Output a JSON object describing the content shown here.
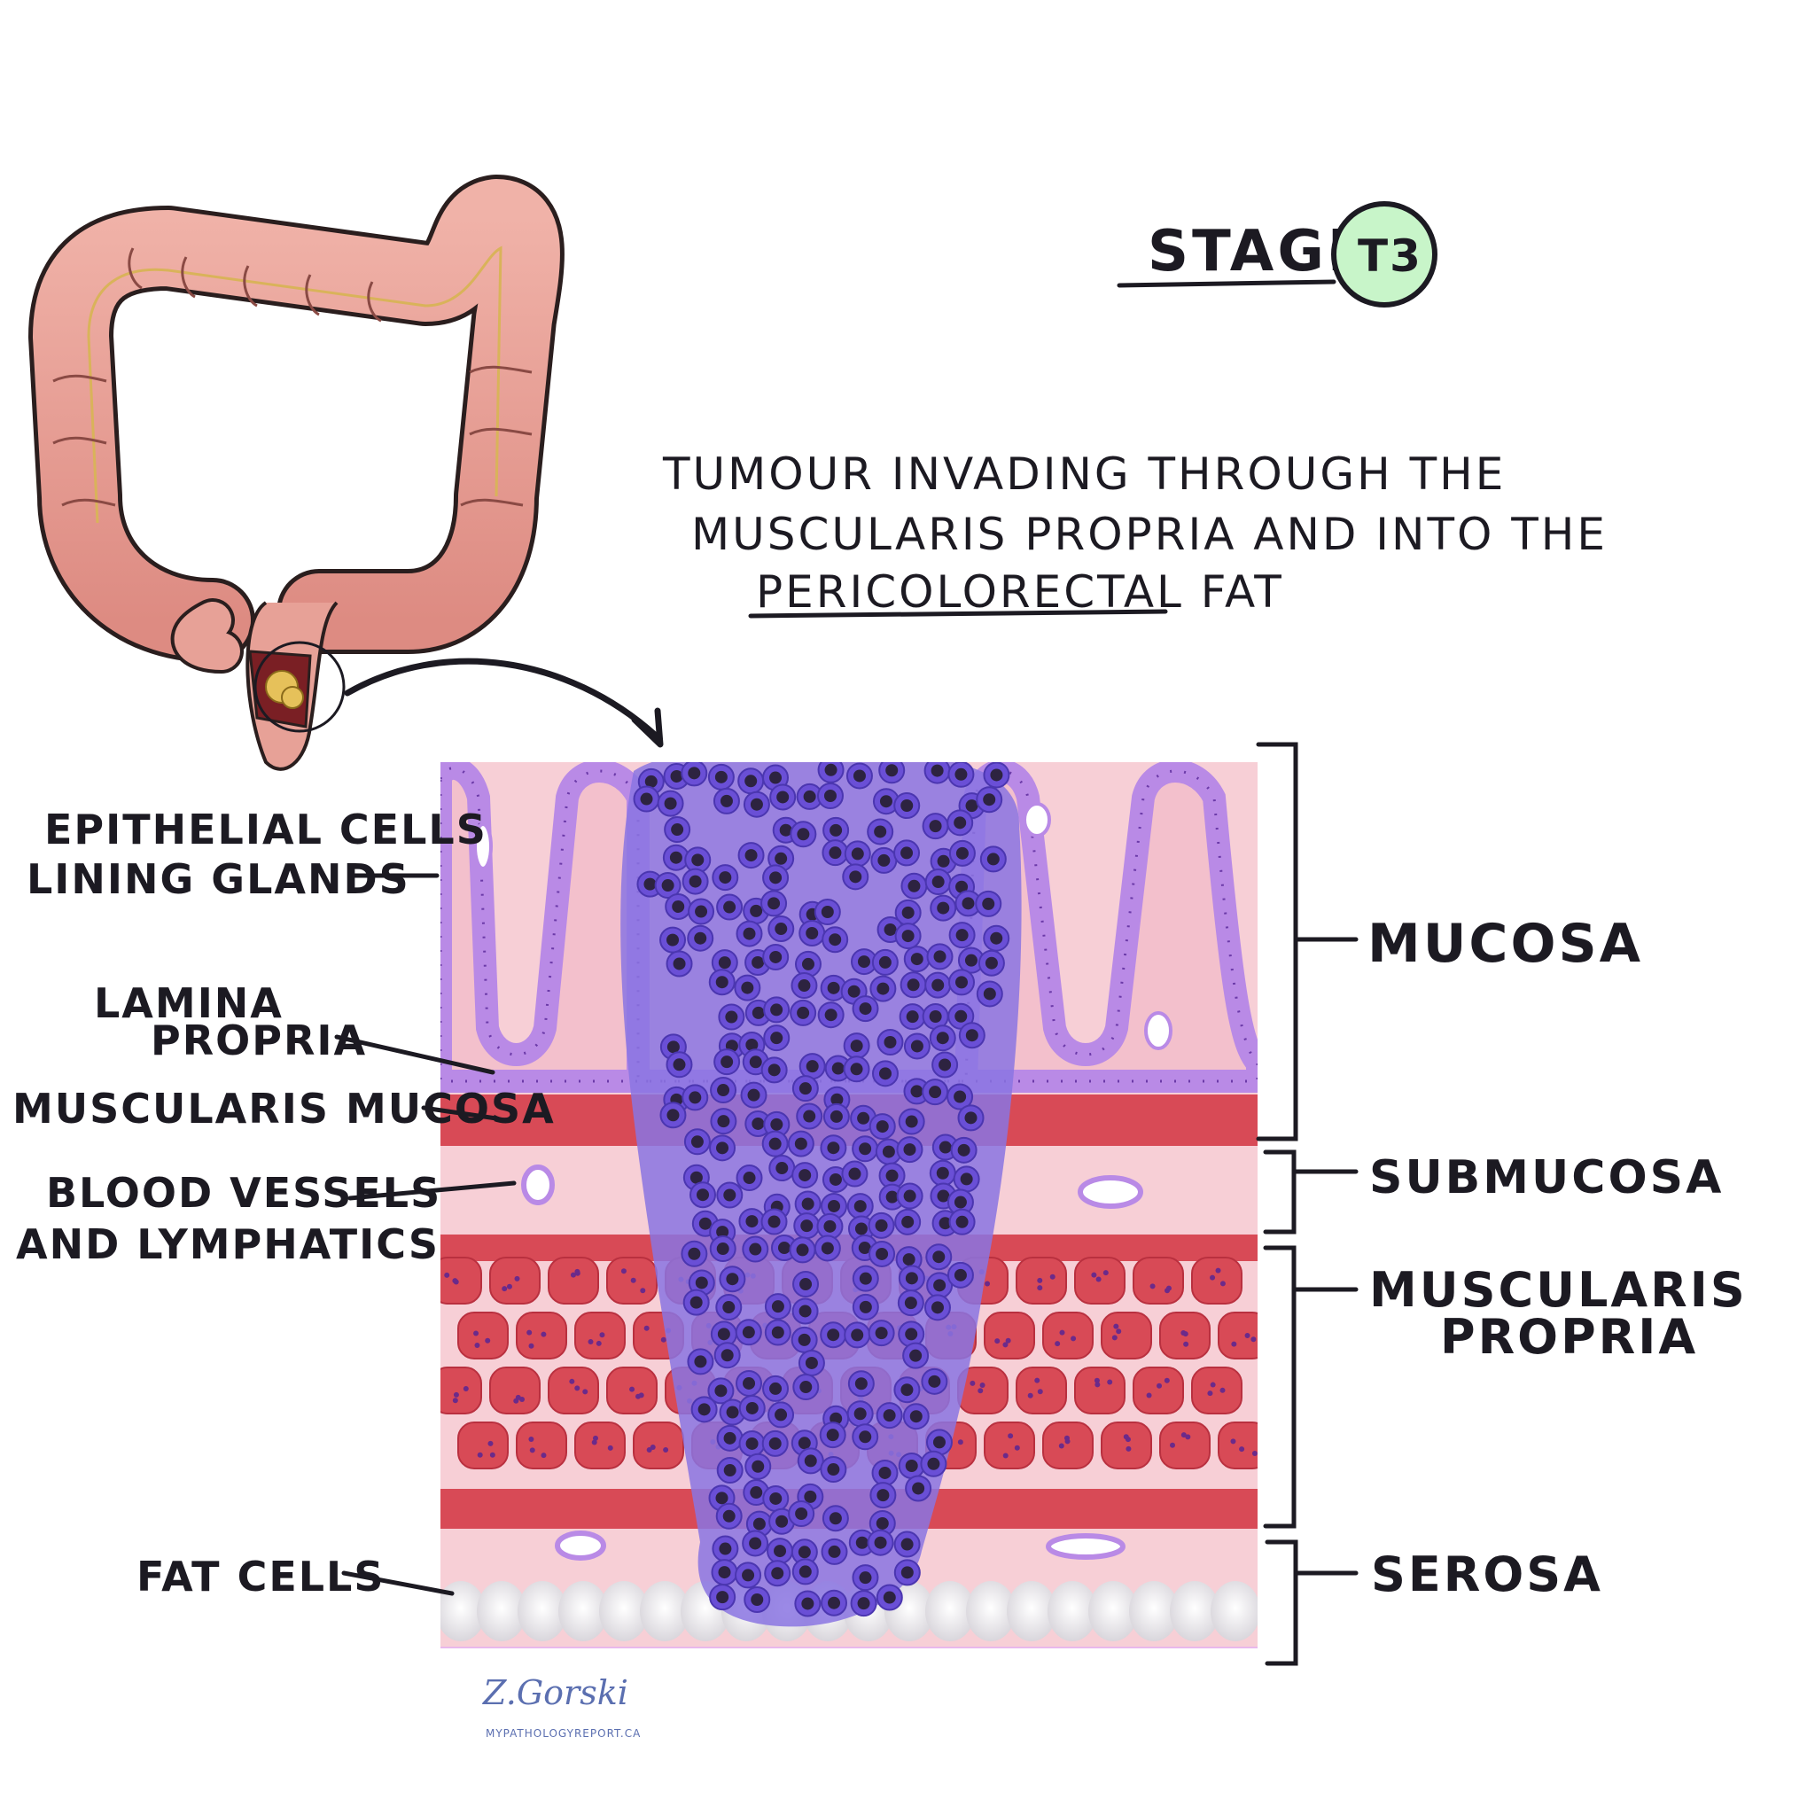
{
  "stage": {
    "word": "STAGE",
    "badge": "T3",
    "badge_color": "#c8f5c9"
  },
  "caption": {
    "line1": "TUMOUR INVADING THROUGH THE",
    "line2": "MUSCULARIS PROPRIA AND INTO THE",
    "line3": "PERICOLORECTAL FAT"
  },
  "left_labels": {
    "epithelial_1": "EPITHELIAL CELLS",
    "epithelial_2": "LINING GLANDS",
    "lamina_1": "LAMINA",
    "lamina_2": "PROPRIA",
    "muscularis_mucosa": "MUSCULARIS MUCOSA",
    "vessels_1": "BLOOD VESSELS",
    "vessels_2": "AND LYMPHATICS",
    "fat": "FAT CELLS"
  },
  "right_labels": {
    "mucosa": "MUCOSA",
    "submucosa": "SUBMUCOSA",
    "muscularis_1": "MUSCULARIS",
    "muscularis_2": "PROPRIA",
    "serosa": "SEROSA"
  },
  "signature": {
    "name": "Z.Gorski",
    "site": "MYPATHOLOGYREPORT.CA"
  },
  "colors": {
    "colon": "#e9a39a",
    "colon_dark": "#c97468",
    "mucosa": "#f7cfd6",
    "epithelium": "#b98ae6",
    "muscle": "#d84a56",
    "muscle_dark": "#b9303f",
    "tumour": "#6a4fd6",
    "tumour_nucleus": "#2d2340",
    "fat": "#f1f1f1"
  }
}
